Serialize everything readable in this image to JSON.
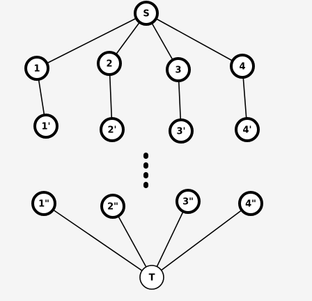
{
  "diagram": {
    "colors": {
      "background": "#f5f5f5",
      "stroke": "#000000",
      "node_fill": "#ffffff"
    },
    "nodes": [
      {
        "id": "S",
        "label": "S",
        "style": "thick"
      },
      {
        "id": "n1",
        "label": "1",
        "style": "thick"
      },
      {
        "id": "n2",
        "label": "2",
        "style": "thick"
      },
      {
        "id": "n3",
        "label": "3",
        "style": "thick"
      },
      {
        "id": "n4",
        "label": "4",
        "style": "thick"
      },
      {
        "id": "n1p",
        "label": "1'",
        "style": "thick"
      },
      {
        "id": "n2p",
        "label": "2'",
        "style": "thick"
      },
      {
        "id": "n3p",
        "label": "3'",
        "style": "thick"
      },
      {
        "id": "n4p",
        "label": "4'",
        "style": "thick"
      },
      {
        "id": "n1pp",
        "label": "1\"",
        "style": "thick"
      },
      {
        "id": "n2pp",
        "label": "2\"",
        "style": "thick"
      },
      {
        "id": "n3pp",
        "label": "3\"",
        "style": "thick"
      },
      {
        "id": "n4pp",
        "label": "4\"",
        "style": "thick"
      },
      {
        "id": "T",
        "label": "T",
        "style": "thin"
      }
    ],
    "edges": [
      {
        "from": "S",
        "to": "n1"
      },
      {
        "from": "S",
        "to": "n2"
      },
      {
        "from": "S",
        "to": "n3"
      },
      {
        "from": "S",
        "to": "n4"
      },
      {
        "from": "n1",
        "to": "n1p"
      },
      {
        "from": "n2",
        "to": "n2p"
      },
      {
        "from": "n3",
        "to": "n3p"
      },
      {
        "from": "n4",
        "to": "n4p"
      },
      {
        "from": "n1pp",
        "to": "T"
      },
      {
        "from": "n2pp",
        "to": "T"
      },
      {
        "from": "n3pp",
        "to": "T"
      },
      {
        "from": "n4pp",
        "to": "T"
      }
    ],
    "ellipsis": {
      "dot_count": 4
    }
  }
}
